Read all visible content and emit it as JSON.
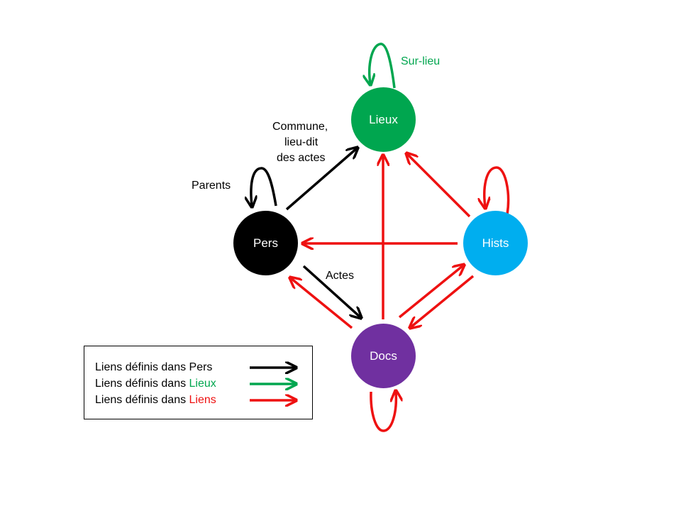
{
  "colors": {
    "black": "#000000",
    "green": "#00a64f",
    "red": "#ee1111",
    "pers": "#000000",
    "lieux": "#00a64f",
    "hists": "#00aeef",
    "docs": "#7030a0"
  },
  "nodes": {
    "lieux": "Lieux",
    "pers": "Pers",
    "hists": "Hists",
    "docs": "Docs"
  },
  "labels": {
    "sur_lieu": "Sur-lieu",
    "commune": "Commune,",
    "lieu_dit": "lieu-dit",
    "des_actes": "des actes",
    "parents": "Parents",
    "actes": "Actes"
  },
  "legend": {
    "row1": "Liens définis dans Pers",
    "row2_prefix": "Liens définis dans ",
    "row2_colored": "Lieux",
    "row3_prefix": "Liens définis dans ",
    "row3_colored": "Liens"
  }
}
